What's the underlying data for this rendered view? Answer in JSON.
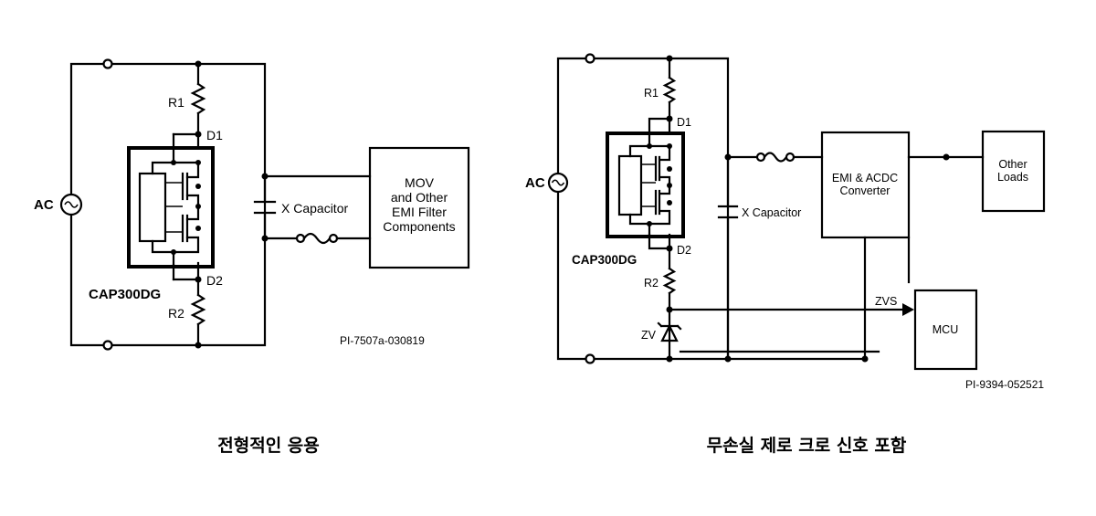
{
  "left": {
    "ac_label": "AC",
    "r1": "R1",
    "r2": "R2",
    "d1": "D1",
    "d2": "D2",
    "ic_name": "CAP300DG",
    "x_capacitor": "X Capacitor",
    "filter_box": [
      "MOV",
      "and Other",
      "EMI Filter",
      "Components"
    ],
    "ref": "PI-7507a-030819",
    "caption": "전형적인 응용"
  },
  "right": {
    "ac_label": "AC",
    "r1": "R1",
    "r2": "R2",
    "d1": "D1",
    "d2": "D2",
    "ic_name": "CAP300DG",
    "x_capacitor": "X Capacitor",
    "converter_box": [
      "EMI & ACDC",
      "Converter"
    ],
    "loads_box": [
      "Other",
      "Loads"
    ],
    "zvs": "ZVS",
    "mcu": "MCU",
    "zv": "ZV",
    "ref": "PI-9394-052521",
    "caption": "무손실 제로 크로 신호 포함"
  }
}
